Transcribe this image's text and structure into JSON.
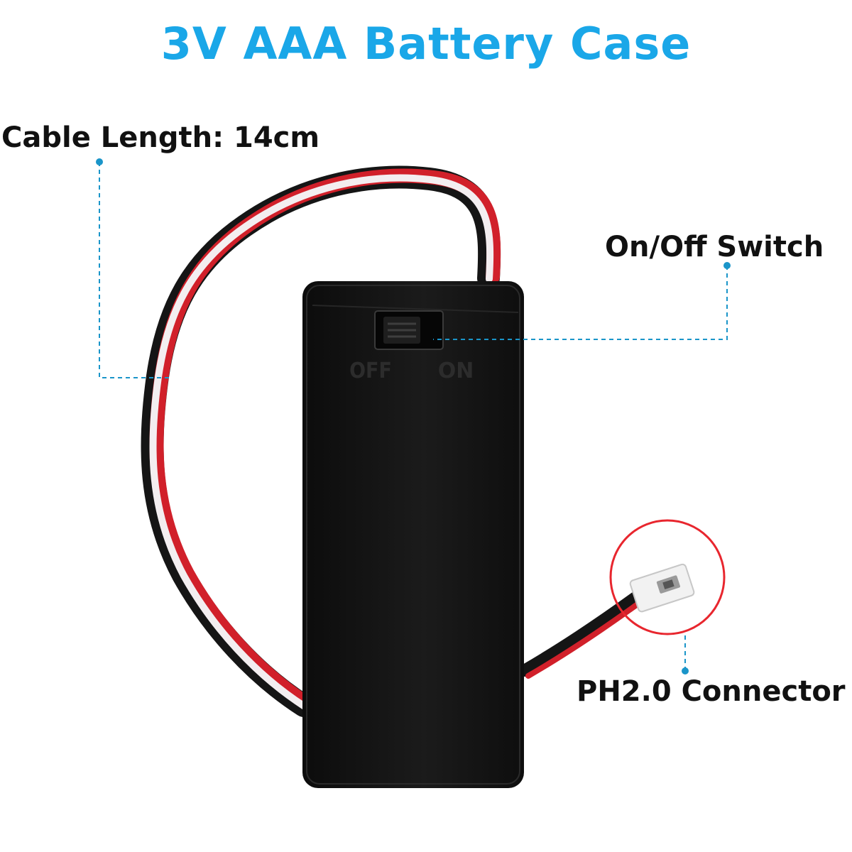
{
  "title": "3V AAA Battery Case",
  "labels": {
    "cable_length": "Cable Length: 14cm",
    "switch": "On/Off Switch",
    "connector": "PH2.0 Connector"
  },
  "switch_markings": {
    "off": "OFF",
    "on": "ON"
  },
  "colors": {
    "title": "#1aa7e8",
    "callout_line": "#1a95c9",
    "highlight_circle": "#e8262e",
    "case_body": "#141414",
    "wire_red": "#d1202a",
    "wire_white": "#f3eef0",
    "wire_black": "#151515",
    "connector_plug": "#f2f2f2"
  }
}
